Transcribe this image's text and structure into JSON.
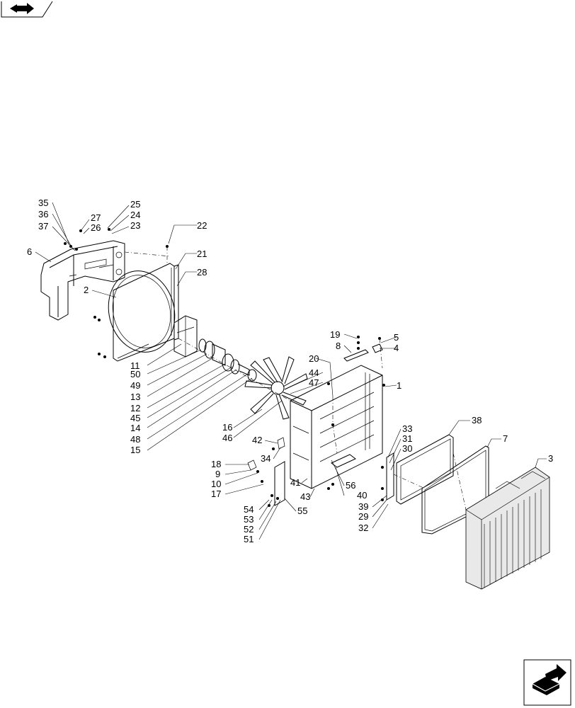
{
  "callouts": [
    "1",
    "2",
    "3",
    "4",
    "5",
    "6",
    "7",
    "8",
    "9",
    "10",
    "11",
    "12",
    "13",
    "14",
    "15",
    "16",
    "17",
    "18",
    "19",
    "20",
    "21",
    "22",
    "23",
    "24",
    "25",
    "26",
    "27",
    "28",
    "29",
    "30",
    "31",
    "32",
    "33",
    "34",
    "35",
    "36",
    "37",
    "38",
    "39",
    "40",
    "41",
    "42",
    "43",
    "44",
    "45",
    "46",
    "47",
    "48",
    "49",
    "50",
    "51",
    "52",
    "53",
    "54",
    "55",
    "56"
  ],
  "icons": {
    "top_left": "book-arrow-icon",
    "bottom_right": "next-page-arrow-icon"
  }
}
